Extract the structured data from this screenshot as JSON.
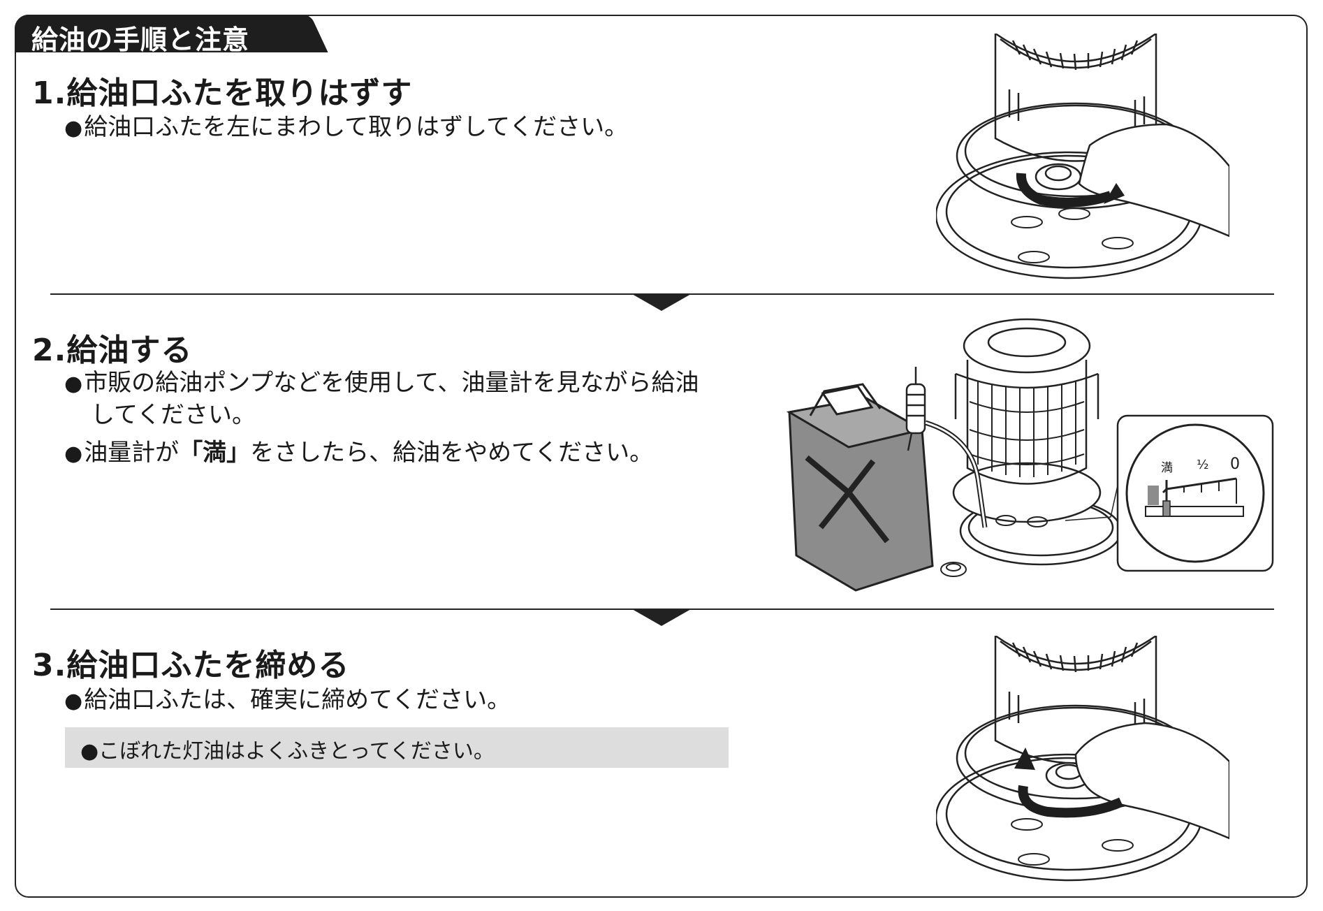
{
  "section": {
    "title": "給油の手順と注意"
  },
  "steps": [
    {
      "title": "1.給油口ふたを取りはずす",
      "bullets": [
        {
          "bullet": "●",
          "text": "給油口ふたを左にまわして取りはずしてください。"
        }
      ]
    },
    {
      "title": "2.給油する",
      "bullets": [
        {
          "bullet": "●",
          "text": "市販の給油ポンプなどを使用して、油量計を見ながら給油",
          "cont": "してください。"
        },
        {
          "bullet": "●",
          "pre": "油量計が",
          "bold": "「満」",
          "post": "をさしたら、給油をやめてください。"
        }
      ]
    },
    {
      "title": "3.給油口ふたを締める",
      "bullets": [
        {
          "bullet": "●",
          "text": "給油口ふたは、確実に締めてください。"
        }
      ],
      "note": "●こぼれた灯油はよくふきとってください。"
    }
  ],
  "gauge": {
    "full_label": "満",
    "half_label": "½",
    "empty_label": "0"
  },
  "colors": {
    "ink": "#1e1e1e",
    "tank_gray": "#8c8c8c",
    "note_bg": "#dddddd"
  }
}
